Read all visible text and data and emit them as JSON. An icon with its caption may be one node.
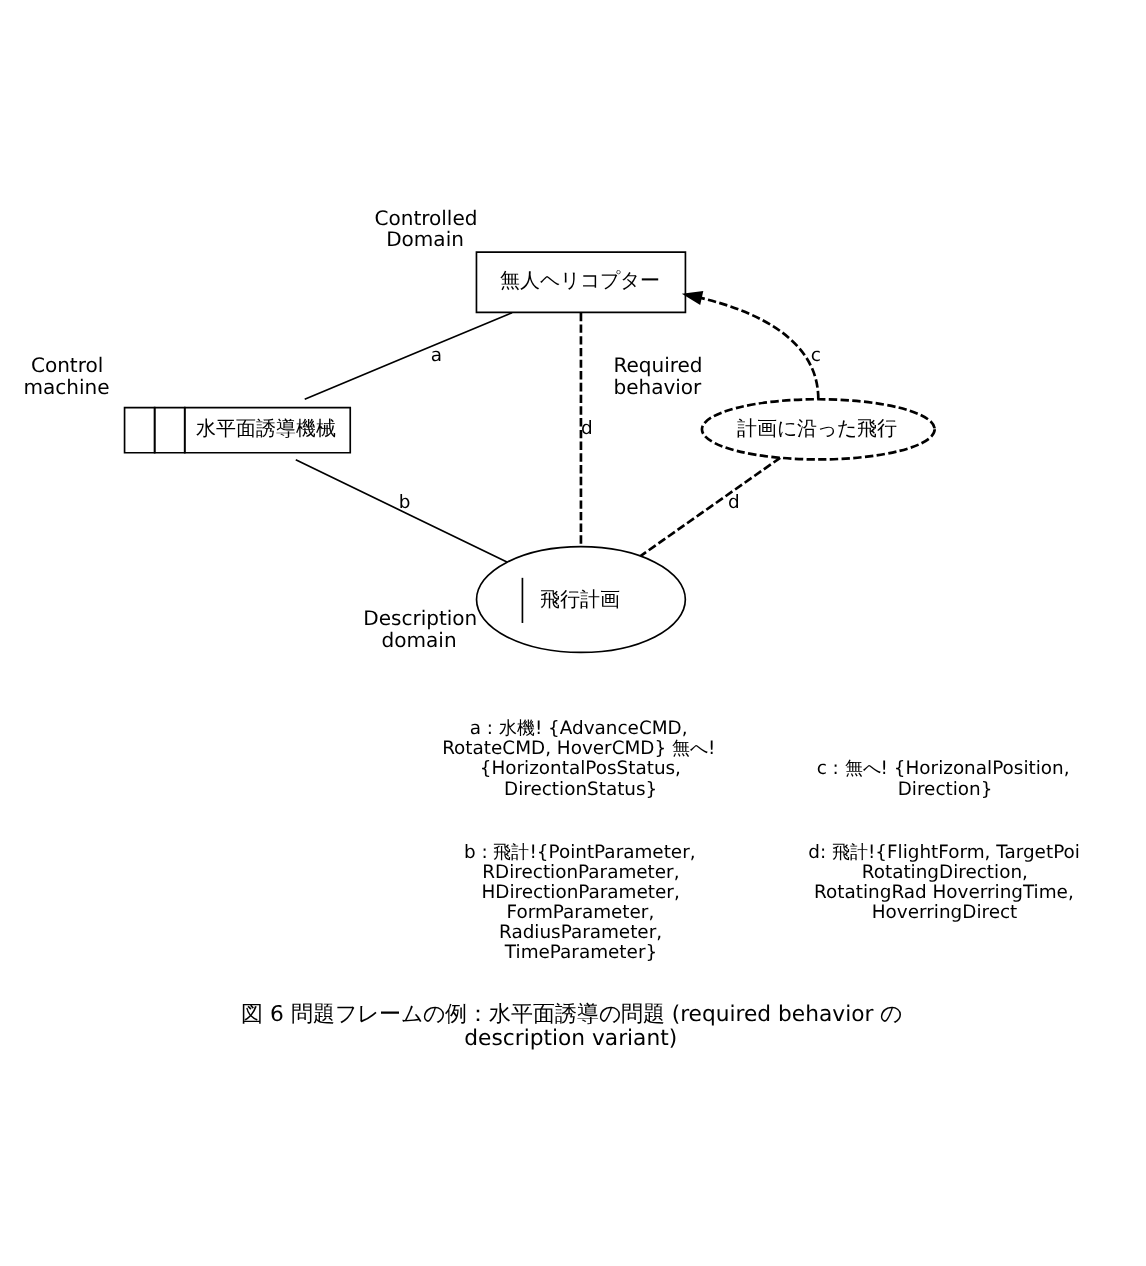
{
  "diagram": {
    "caption": "図 6 問題フレームの例：水平面誘導の問題 (required behavior の description variant)",
    "nodes": [
      {
        "text": [
          "水平面誘導機械"
        ],
        "beside": [
          "Control machine"
        ]
      },
      {
        "text": [
          "無人ヘリコプター"
        ],
        "beside": [
          "Controlled Domain"
        ]
      },
      {
        "text": [
          "飛行計画"
        ],
        "beside": [
          "Description domain"
        ]
      },
      {
        "text": [
          "計画に沿った飛行"
        ],
        "beside": [
          "Required behavior"
        ]
      }
    ],
    "edges": [
      {
        "from": 0,
        "to": 1,
        "arrow": "none",
        "label": "a"
      },
      {
        "from": 0,
        "to": 2,
        "arrow": "none",
        "label": "b"
      },
      {
        "from": 3,
        "to": 1,
        "arrow": "to",
        "label": "c",
        "style": "dashed"
      },
      {
        "from": 1,
        "to": 2,
        "arrow": "none",
        "label": "d",
        "style": "dashed"
      },
      {
        "from": 3,
        "to": 2,
        "arrow": "none",
        "label": "d",
        "style": "dashed"
      }
    ],
    "labels": [
      "a : 水機! {AdvanceCMD, RotateCMD, HoverCMD} 無へ! {HorizontalPosStatus, DirectionStatus}",
      "c : 無へ! {HorizonalPosition, Direction}",
      "b : 飛計!{PointParameter, RDirectionParameter, HDirectionParameter, FormParameter, RadiusParameter, TimeParameter}",
      "d: 飛計!{FlightForm, TargetPoi RotatingDirection, RotatingRad HoverringTime, HoverringDirect"
    ]
  }
}
